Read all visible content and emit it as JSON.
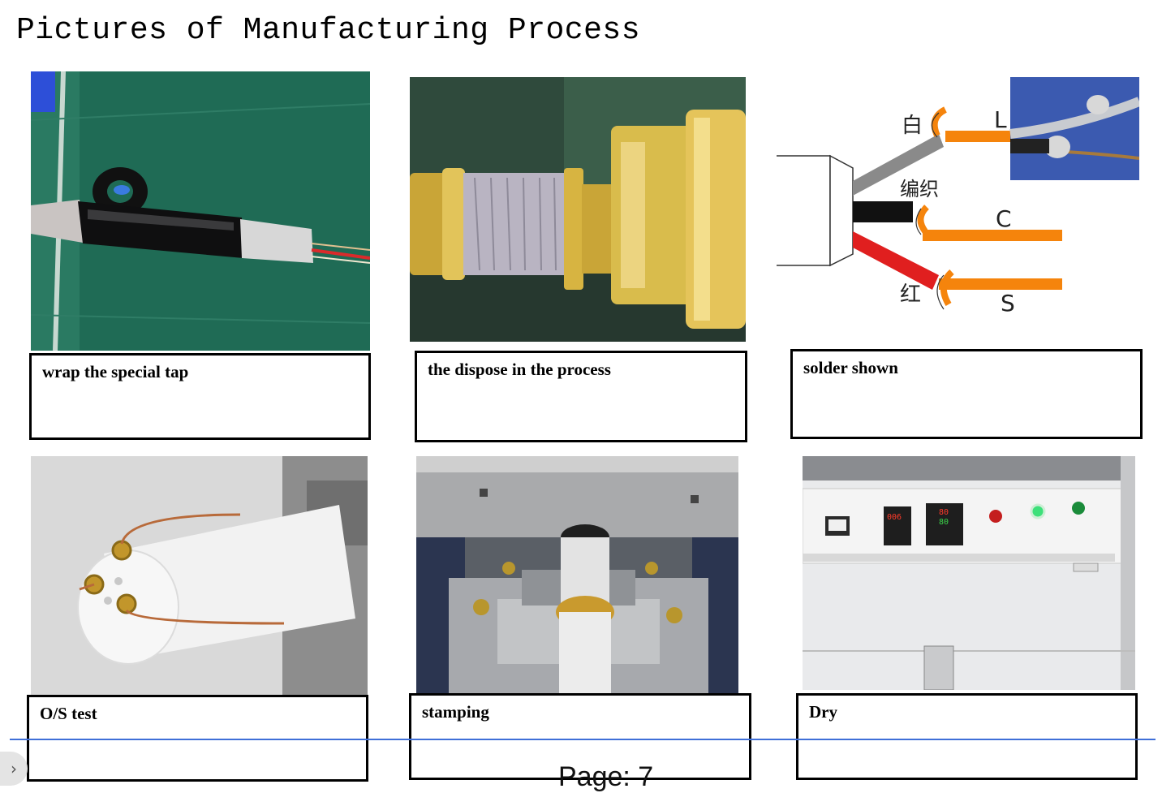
{
  "page": {
    "title": "Pictures of Manufacturing Process",
    "footer": "Page: 7"
  },
  "steps": [
    {
      "caption": "wrap the special tap",
      "image": "cable-wrapped-with-tape-photo"
    },
    {
      "caption": "the dispose in the process",
      "image": "shielded-cable-brass-connector-photo"
    },
    {
      "caption": "solder shown",
      "image": "solder-wiring-diagram"
    },
    {
      "caption": "O/S test",
      "image": "cable-end-with-pins-photo"
    },
    {
      "caption": "stamping",
      "image": "stamping-press-photo"
    },
    {
      "caption": "Dry",
      "image": "drying-cabinet-photo"
    }
  ],
  "diagram": {
    "labels": {
      "white_wire": "白",
      "braid": "编织",
      "red_wire": "红",
      "terminal_l": "L",
      "terminal_c": "C",
      "terminal_s": "S"
    }
  },
  "panel": {
    "counter_reading": "006",
    "temp_set": "80",
    "temp_actual": "80"
  },
  "colors": {
    "rule_line": "#3f6fd8",
    "wire_orange": "#f5840c",
    "wire_red": "#e01f1f",
    "mat_green": "#1f6b55"
  }
}
